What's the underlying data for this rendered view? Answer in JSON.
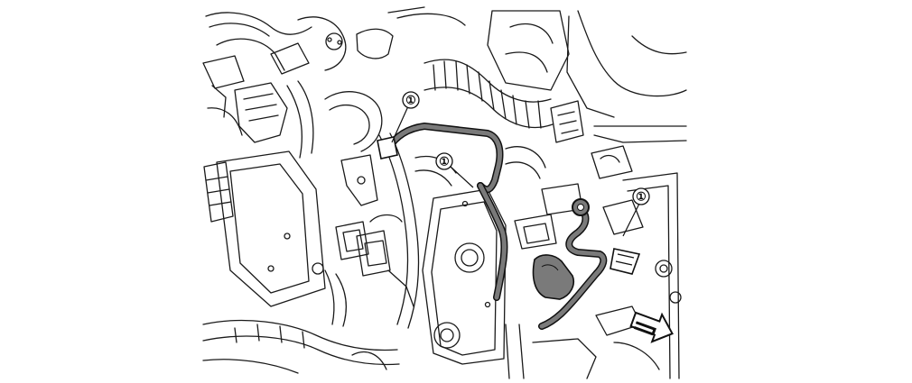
{
  "figure": {
    "colors": {
      "line": "#1a1a1a",
      "highlight_fill": "#7a7a7a",
      "highlight_stroke": "#111111",
      "background": "#ffffff"
    },
    "callouts": [
      {
        "label": "①"
      },
      {
        "label": "①"
      },
      {
        "label": "①"
      }
    ],
    "direction_arrow": {
      "icon": "front-direction-arrow-icon"
    }
  }
}
